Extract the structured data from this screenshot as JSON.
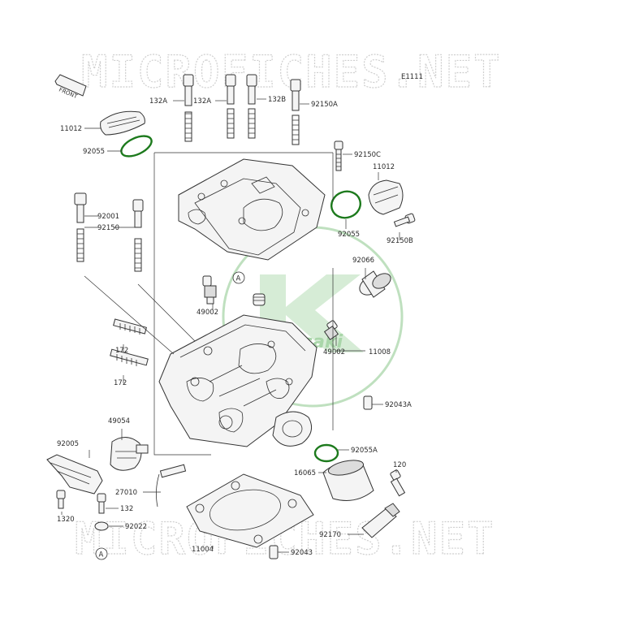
{
  "watermark": {
    "text": "MICROFICHES.NET",
    "color": "#cfcfcf"
  },
  "diagram_code": "E1111",
  "front_marker": "FRONT",
  "logo": {
    "text": "Kawasaki",
    "color": "#a9d6a9"
  },
  "view_marker": "A",
  "parts": [
    {
      "id": "p132a_1",
      "label": "132A"
    },
    {
      "id": "p132a_2",
      "label": "132A"
    },
    {
      "id": "p132b",
      "label": "132B"
    },
    {
      "id": "p92150a",
      "label": "92150A"
    },
    {
      "id": "p11012_l",
      "label": "11012"
    },
    {
      "id": "p92055_l",
      "label": "92055"
    },
    {
      "id": "p92150c",
      "label": "92150C"
    },
    {
      "id": "p11012_r",
      "label": "11012"
    },
    {
      "id": "p92001",
      "label": "92001"
    },
    {
      "id": "p92150",
      "label": "92150"
    },
    {
      "id": "p92055_r",
      "label": "92055"
    },
    {
      "id": "p92150b",
      "label": "92150B"
    },
    {
      "id": "p92066",
      "label": "92066"
    },
    {
      "id": "p49002_l",
      "label": "49002"
    },
    {
      "id": "p49002_r",
      "label": "49002"
    },
    {
      "id": "p11008",
      "label": "11008"
    },
    {
      "id": "p172_1",
      "label": "172"
    },
    {
      "id": "p172_2",
      "label": "172"
    },
    {
      "id": "p92043a",
      "label": "92043A"
    },
    {
      "id": "p49054",
      "label": "49054"
    },
    {
      "id": "p92005",
      "label": "92005"
    },
    {
      "id": "p92055a",
      "label": "92055A"
    },
    {
      "id": "p16065",
      "label": "16065"
    },
    {
      "id": "p120",
      "label": "120"
    },
    {
      "id": "p27010",
      "label": "27010"
    },
    {
      "id": "p132",
      "label": "132"
    },
    {
      "id": "p1320",
      "label": "1320"
    },
    {
      "id": "p92022",
      "label": "92022"
    },
    {
      "id": "p92170",
      "label": "92170"
    },
    {
      "id": "p11004",
      "label": "11004"
    },
    {
      "id": "p92043",
      "label": "92043"
    }
  ],
  "colors": {
    "line": "#333333",
    "gasket_green": "#1d7a1d",
    "background": "#ffffff"
  }
}
